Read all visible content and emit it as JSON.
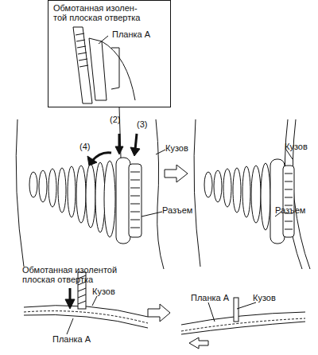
{
  "diagram": {
    "nodes": [
      {
        "text": [
          "Обмотанная изолен- той плоская отвертка",
          "Планка А"
        ]
      }
    ],
    "labels": [
      "(4)",
      "(2)",
      "(3)",
      "Кузов",
      "Разъем",
      "Кузов",
      "Разъем",
      "Обмотанная изолентой плоская отвертка",
      "Кузов",
      "Планка А",
      "Планка А",
      "Кузов"
    ]
  }
}
